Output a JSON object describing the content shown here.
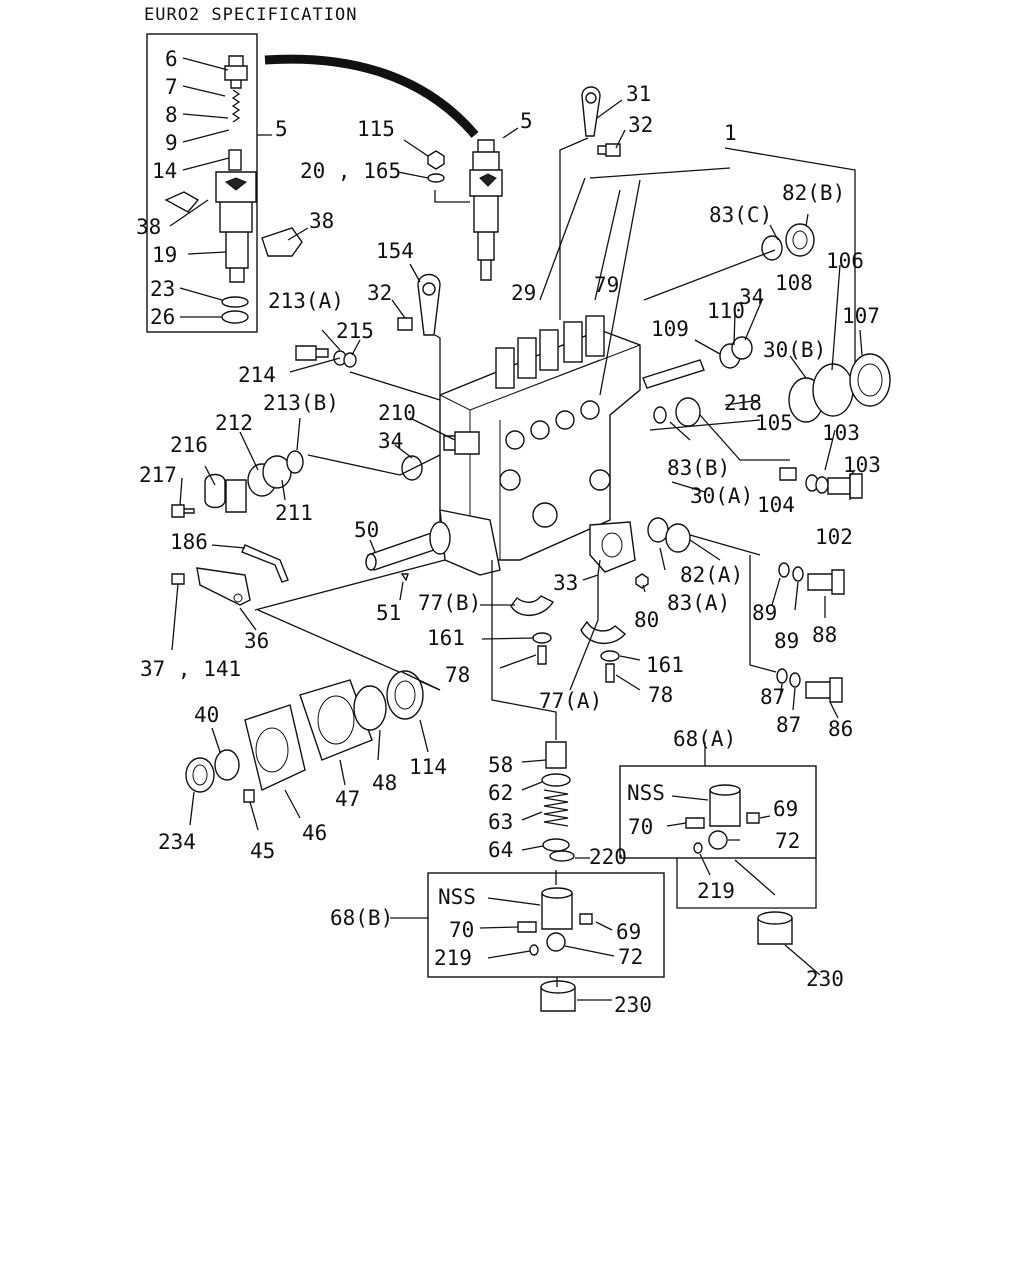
{
  "title": "EURO2 SPECIFICATION",
  "colors": {
    "ink": "#111111",
    "background": "#ffffff"
  },
  "callouts": {
    "c1": "1",
    "c5a": "5",
    "c5b": "5",
    "c6": "6",
    "c7": "7",
    "c8": "8",
    "c9": "9",
    "c14": "14",
    "c19": "19",
    "c23": "23",
    "c26": "26",
    "c38a": "38",
    "c38b": "38",
    "c115": "115",
    "c20_165": "20 , 165",
    "c31": "31",
    "c32a": "32",
    "c32b": "32",
    "c154": "154",
    "c29": "29",
    "c79": "79",
    "c83c": "83(C)",
    "c82b": "82(B)",
    "c106": "106",
    "c34a": "34",
    "c108": "108",
    "c107": "107",
    "c109": "109",
    "c110": "110",
    "c30b": "30(B)",
    "c213a": "213(A)",
    "c215": "215",
    "c214": "214",
    "c213b": "213(B)",
    "c210": "210",
    "c212": "212",
    "c34b": "34",
    "c216": "216",
    "c217": "217",
    "c211": "211",
    "c218": "218",
    "c105": "105",
    "c103a": "103",
    "c103b": "103",
    "c83b": "83(B)",
    "c30a": "30(A)",
    "c104": "104",
    "c102": "102",
    "c50": "50",
    "c186": "186",
    "c51": "51",
    "c33": "33",
    "c80": "80",
    "c82a": "82(A)",
    "c83a": "83(A)",
    "c89a": "89",
    "c89b": "89",
    "c88": "88",
    "c77b": "77(B)",
    "c161a": "161",
    "c78a": "78",
    "c36": "36",
    "c37_141": "37 , 141",
    "c161b": "161",
    "c77a": "77(A)",
    "c78b": "78",
    "c87a": "87",
    "c87b": "87",
    "c86": "86",
    "c40": "40",
    "c114": "114",
    "c48": "48",
    "c47": "47",
    "c46": "46",
    "c45": "45",
    "c234": "234",
    "c58": "58",
    "c62": "62",
    "c63": "63",
    "c64": "64",
    "c220": "220",
    "c68a": "68(A)",
    "c69a": "69",
    "c70a": "70",
    "c72a": "72",
    "c219a": "219",
    "c230a": "230",
    "nss_a": "NSS",
    "c68b": "68(B)",
    "nss_b": "NSS",
    "c70b": "70",
    "c69b": "69",
    "c219b": "219",
    "c72b": "72",
    "c230b": "230"
  }
}
